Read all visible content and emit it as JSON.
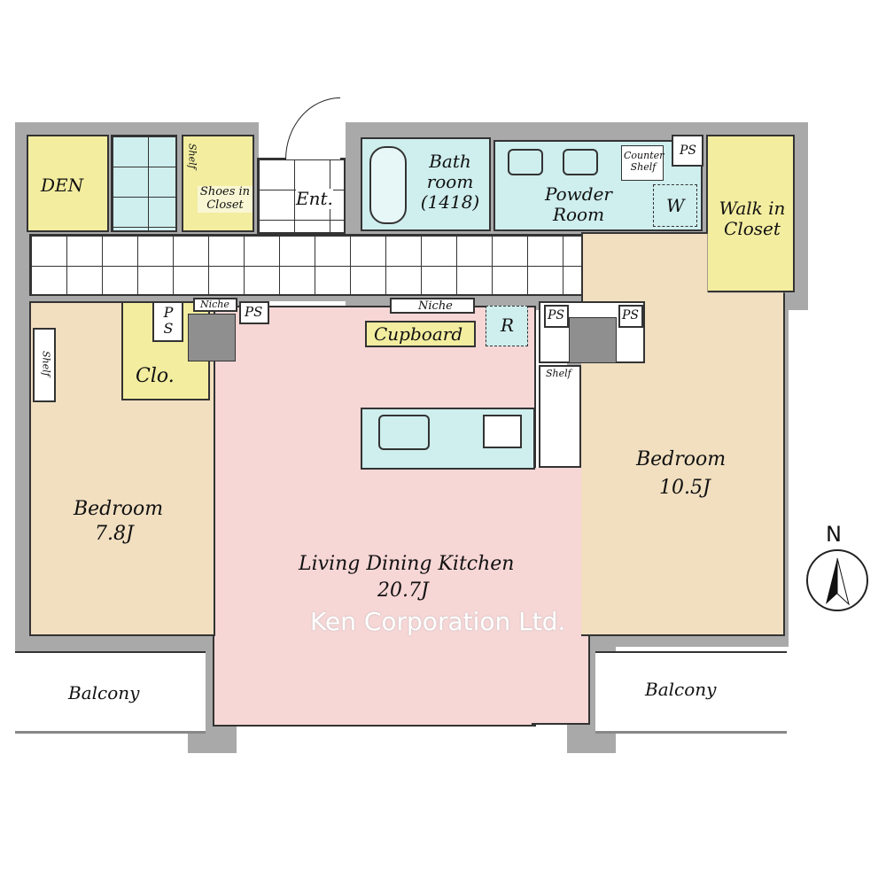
{
  "rooms": {
    "den": "DEN",
    "shoes": "Shoes in Closet",
    "shelf": "Shelf",
    "entrance": "Ent.",
    "bath": "Bath room (1418)",
    "powder": "Powder Room",
    "counter_shelf": "Counter Shelf",
    "washer": "W",
    "walk_in": "Walk in Closet",
    "niche": "Niche",
    "ps": "PS",
    "ps_stacked": "P S",
    "cupboard": "Cupboard",
    "fridge": "R",
    "closet": "Clo.",
    "bedroom_left": {
      "name": "Bedroom",
      "size": "7.8J"
    },
    "bedroom_right": {
      "name": "Bedroom",
      "size": "10.5J"
    },
    "ldk": {
      "name": "Living Dining Kitchen",
      "size": "20.7J"
    },
    "balcony": "Balcony"
  },
  "compass": "N",
  "watermark": "Ken Corporation Ltd."
}
